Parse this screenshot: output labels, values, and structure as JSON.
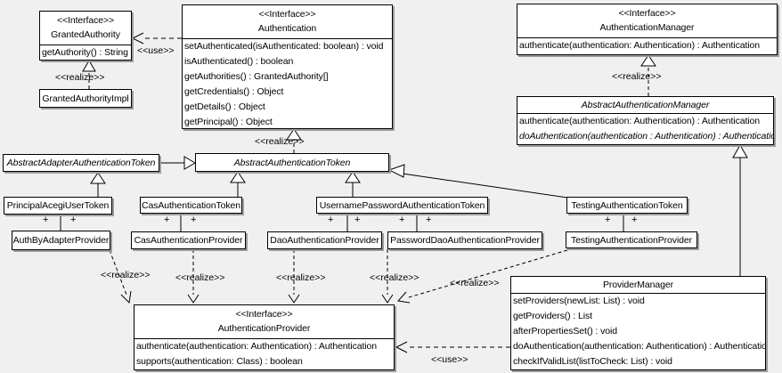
{
  "labels": {
    "use": "<<use>>",
    "realize": "<<realize>>",
    "plus": "+"
  },
  "classes": {
    "granted_authority": {
      "stereotype": "<<Interface>>",
      "name": "GrantedAuthority",
      "methods": [
        "getAuthority() : String"
      ]
    },
    "granted_authority_impl": {
      "name": "GrantedAuthorityImpl"
    },
    "authentication": {
      "stereotype": "<<Interface>>",
      "name": "Authentication",
      "methods": [
        "setAuthenticated(isAuthenticated: boolean) : void",
        "isAuthenticated() : boolean",
        "getAuthorities() : GrantedAuthority[]",
        "getCredentials() : Object",
        "getDetails() : Object",
        "getPrincipal() : Object"
      ]
    },
    "authentication_manager": {
      "stereotype": "<<Interface>>",
      "name": "AuthenticationManager",
      "methods": [
        "authenticate(authentication: Authentication) : Authentication"
      ]
    },
    "abstract_authentication_manager": {
      "name": "AbstractAuthenticationManager",
      "methods": [
        "authenticate(authentication: Authentication) : Authentication",
        "doAuthentication(authentication : Authentication) : Authentication"
      ]
    },
    "abstract_adapter_authentication_token": {
      "name": "AbstractAdapterAuthenticationToken"
    },
    "abstract_authentication_token": {
      "name": "AbstractAuthenticationToken"
    },
    "principal_acegi_user_token": {
      "name": "PrincipalAcegiUserToken"
    },
    "cas_authentication_token": {
      "name": "CasAuthenticationToken"
    },
    "username_password_authentication_token": {
      "name": "UsernamePasswordAuthenticationToken"
    },
    "testing_authentication_token": {
      "name": "TestingAuthenticationToken"
    },
    "auth_by_adapter_provider": {
      "name": "AuthByAdapterProvider"
    },
    "cas_authentication_provider": {
      "name": "CasAuthenticationProvider"
    },
    "dao_authentication_provider": {
      "name": "DaoAuthenticationProvider"
    },
    "password_dao_authentication_provider": {
      "name": "PasswordDaoAuthenticationProvider"
    },
    "testing_authentication_provider": {
      "name": "TestingAuthenticationProvider"
    },
    "authentication_provider": {
      "stereotype": "<<Interface>>",
      "name": "AuthenticationProvider",
      "methods": [
        "authenticate(authentication: Authentication) : Authentication",
        "supports(authentication: Class) : boolean"
      ]
    },
    "provider_manager": {
      "name": "ProviderManager",
      "methods": [
        "setProviders(newList: List) : void",
        "getProviders() : List",
        "afterPropertiesSet() : void",
        "doAuthentication(authentication: Authentication) : Authentication",
        "checkIfValidList(listToCheck: List) : void"
      ]
    }
  },
  "colors": {
    "background": "#f0f0f0",
    "box_fill": "#ffffff",
    "line": "#000000",
    "shadow": "#9c9c9c"
  }
}
